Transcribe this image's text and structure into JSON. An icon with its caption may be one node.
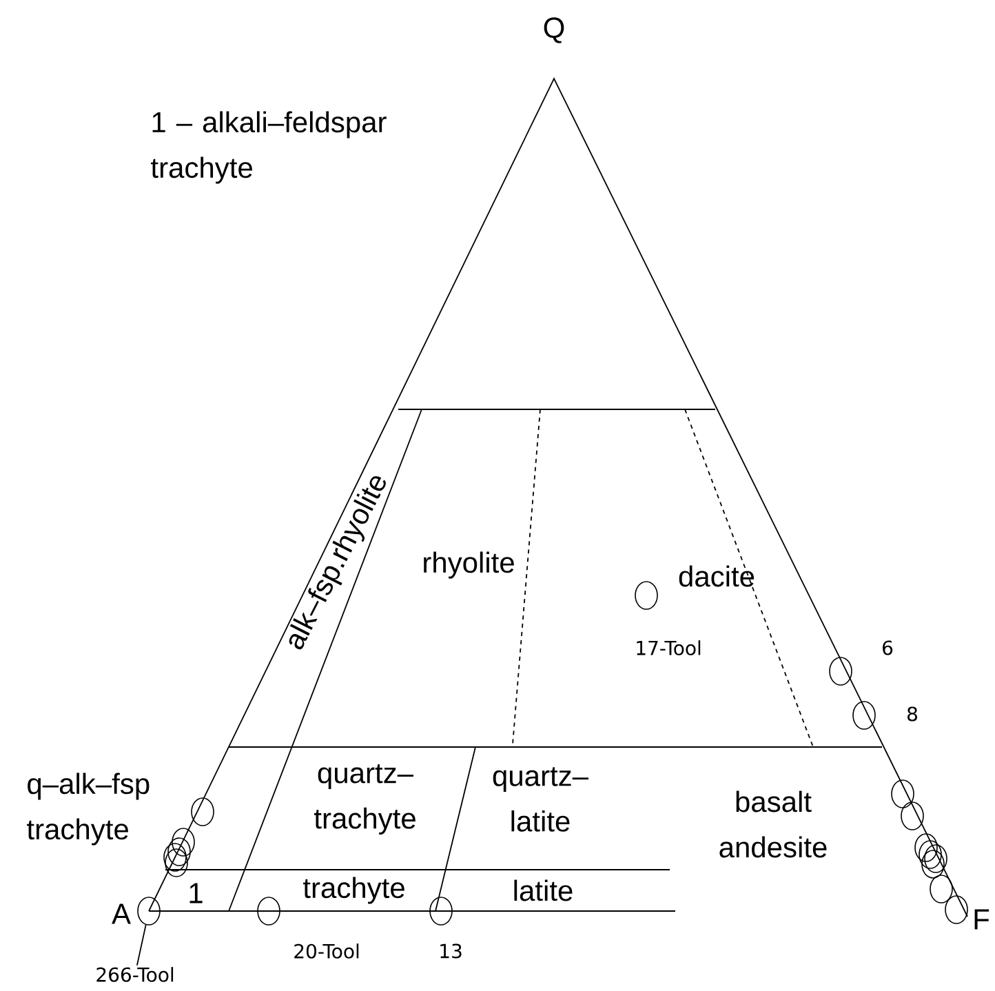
{
  "diagram": {
    "nodes": [
      {
        "text": [
          "266-Tool"
        ]
      },
      {
        "text": [],
        "shape": "circle"
      },
      {
        "text": [],
        "shape": "circle"
      },
      {
        "text": [],
        "shape": "circle"
      },
      {
        "text": [],
        "shape": "circle"
      },
      {
        "text": [],
        "shape": "circle"
      },
      {
        "text": [],
        "shape": "circle"
      },
      {
        "text": [],
        "shape": "circle"
      },
      {
        "text": [],
        "shape": "circle"
      },
      {
        "text": [],
        "shape": "circle"
      },
      {
        "text": [],
        "shape": "circle"
      },
      {
        "text": [],
        "shape": "circle"
      },
      {
        "text": [],
        "shape": "circle"
      },
      {
        "text": [],
        "shape": "circle"
      },
      {
        "text": [],
        "shape": "circle"
      },
      {
        "text": [],
        "shape": "circle"
      },
      {
        "text": [],
        "shape": "circle"
      },
      {
        "text": [],
        "shape": "circle"
      },
      {
        "text": [],
        "shape": "circle"
      },
      {
        "text": [],
        "shape": "circle"
      }
    ],
    "edges": [
      {
        "from": 0,
        "to": 1,
        "arrow": "none"
      }
    ],
    "labels": [
      "Q",
      "1 – alkali–feldspar trachyte",
      "alk–fsp.rhyolite",
      "rhyolite",
      "dacite",
      "17-Tool",
      "6",
      "8",
      "q–alk–fsp trachyte",
      "quartz– trachyte",
      "quartz– latite",
      "basalt andesite",
      "A",
      "1",
      "trachyte",
      "latite",
      "F",
      "20-Tool",
      "13"
    ]
  }
}
